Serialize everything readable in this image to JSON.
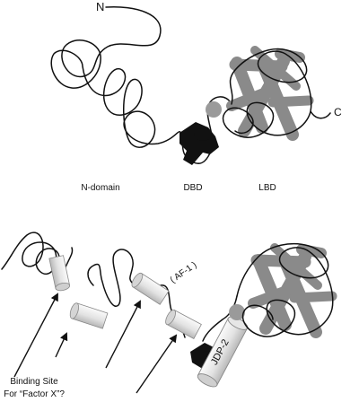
{
  "top_panel": {
    "n_terminus": "N",
    "c_terminus": "C",
    "n_domain_label": "N-domain",
    "dbd_label": "DBD",
    "lbd_label": "LBD"
  },
  "bottom_panel": {
    "af1_label": "( AF-1 )",
    "jdp2_label": "JDP-2",
    "binding_site_line1": "Binding Site",
    "binding_site_line2": "For “Factor X”?"
  },
  "colors": {
    "chain": "#111111",
    "helix_dark": "#8a8a8a",
    "helix_light": "#e8e8e8",
    "dbd": "#111111"
  }
}
